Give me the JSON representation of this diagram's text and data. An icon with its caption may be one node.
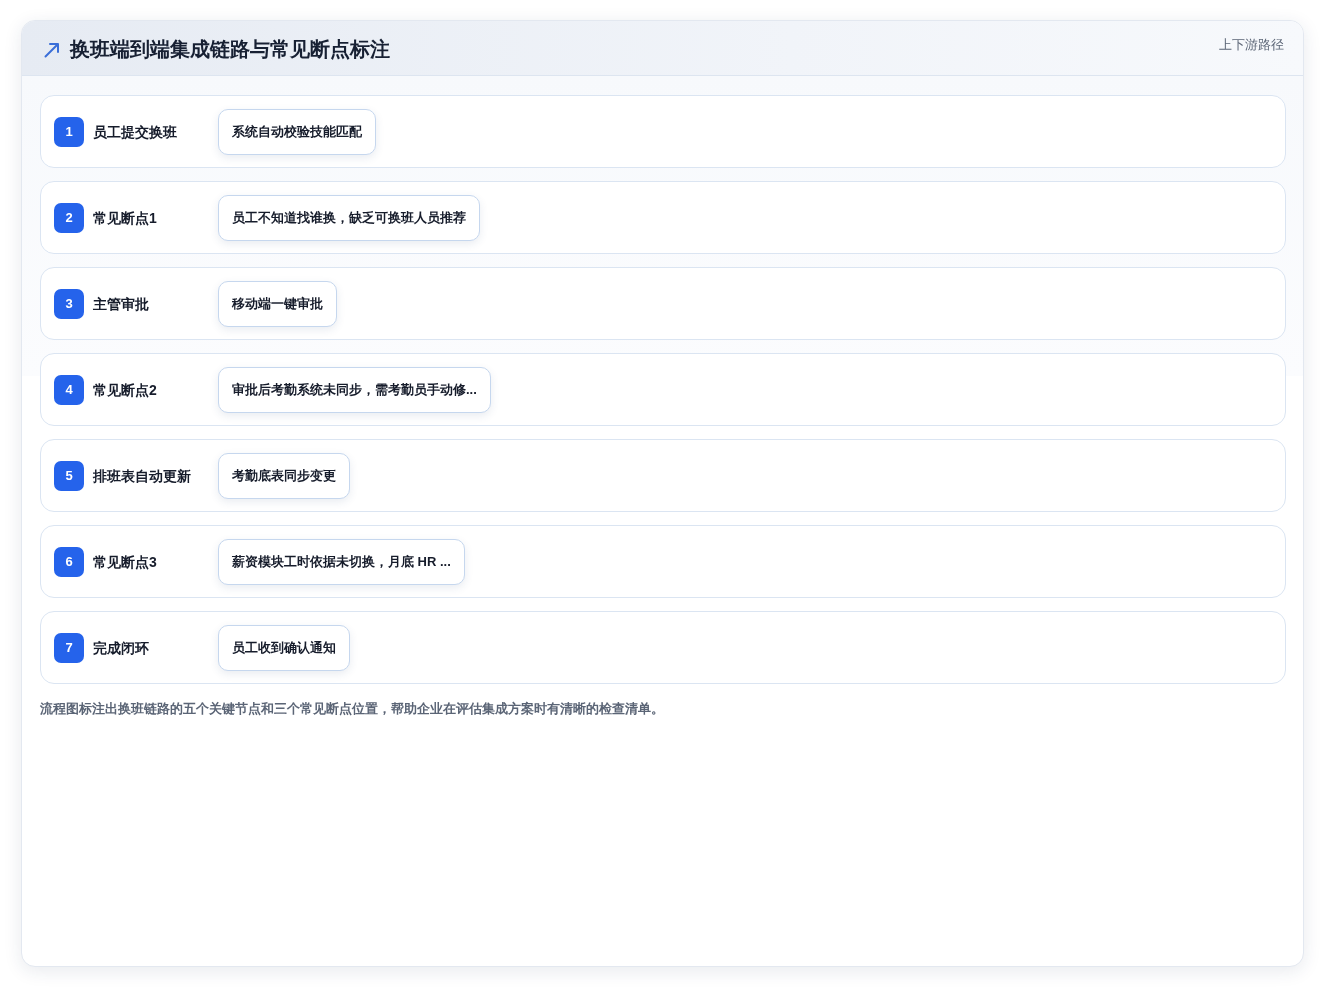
{
  "diagram": {
    "title": "换班端到端集成链路与常见断点标注",
    "caption": "流程图标注出换班链路的五个关键节点和三个常见断点位置，帮助企业在评估集成方案时有清晰的检查清单。",
    "nodes": [
      {
        "text": [
          "员工提交换班"
        ]
      },
      {
        "text": [
          "1"
        ],
        "in": 0
      },
      {
        "text": [
          "系统自动校验技能匹配"
        ],
        "in": 0
      },
      {
        "text": [
          "常见断点1"
        ]
      },
      {
        "text": [
          "2"
        ],
        "in": 3
      },
      {
        "text": [
          "员工不知道找谁换，缺乏可换班人员推荐"
        ],
        "in": 3
      },
      {
        "text": [
          "主管审批"
        ]
      },
      {
        "text": [
          "3"
        ],
        "in": 6
      },
      {
        "text": [
          "移动端一键审批"
        ],
        "in": 6
      },
      {
        "text": [
          "常见断点2"
        ]
      },
      {
        "text": [
          "4"
        ],
        "in": 9
      },
      {
        "text": [
          "审批后考勤系统未同步，需考勤员手动修..."
        ],
        "in": 9
      },
      {
        "text": [
          "排班表自动更新"
        ]
      },
      {
        "text": [
          "5"
        ],
        "in": 12
      },
      {
        "text": [
          "考勤底表同步变更"
        ],
        "in": 12
      },
      {
        "text": [
          "常见断点3"
        ]
      },
      {
        "text": [
          "6"
        ],
        "in": 15
      },
      {
        "text": [
          "薪资模块工时依据未切换，月底 HR ..."
        ],
        "in": 15
      },
      {
        "text": [
          "完成闭环"
        ]
      },
      {
        "text": [
          "7"
        ],
        "in": 18
      },
      {
        "text": [
          "员工收到确认通知"
        ],
        "in": 18
      }
    ],
    "labels": [
      "上下游路径"
    ]
  }
}
